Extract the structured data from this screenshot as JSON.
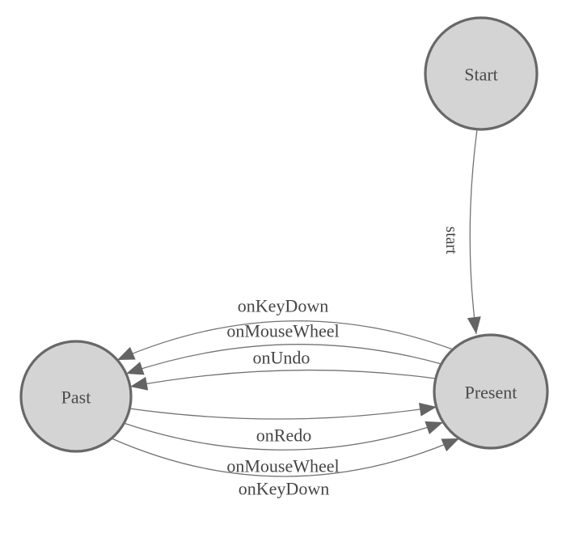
{
  "diagram": {
    "kind": "finite-state-machine",
    "colors": {
      "background": "#ffffff",
      "node_fill": "#d4d4d4",
      "node_stroke": "#686868",
      "edge_stroke": "#737373",
      "arrow_fill": "#646464",
      "node_label": "#4a4a4a",
      "edge_label": "#454545"
    },
    "nodes": [
      {
        "id": "start",
        "label": "Start"
      },
      {
        "id": "present",
        "label": "Present"
      },
      {
        "id": "past",
        "label": "Past"
      }
    ],
    "edges": [
      {
        "id": "start-to-present",
        "from": "Start",
        "to": "Present",
        "label": "start"
      },
      {
        "id": "present-to-past-onkeydown",
        "from": "Present",
        "to": "Past",
        "label": "onKeyDown"
      },
      {
        "id": "present-to-past-onmousewheel",
        "from": "Present",
        "to": "Past",
        "label": "onMouseWheel"
      },
      {
        "id": "present-to-past-onundo",
        "from": "Present",
        "to": "Past",
        "label": "onUndo"
      },
      {
        "id": "past-to-present-onredo",
        "from": "Past",
        "to": "Present",
        "label": "onRedo"
      },
      {
        "id": "past-to-present-onmousewheel",
        "from": "Past",
        "to": "Present",
        "label": "onMouseWheel"
      },
      {
        "id": "past-to-present-onkeydown",
        "from": "Past",
        "to": "Present",
        "label": "onKeyDown"
      }
    ]
  }
}
